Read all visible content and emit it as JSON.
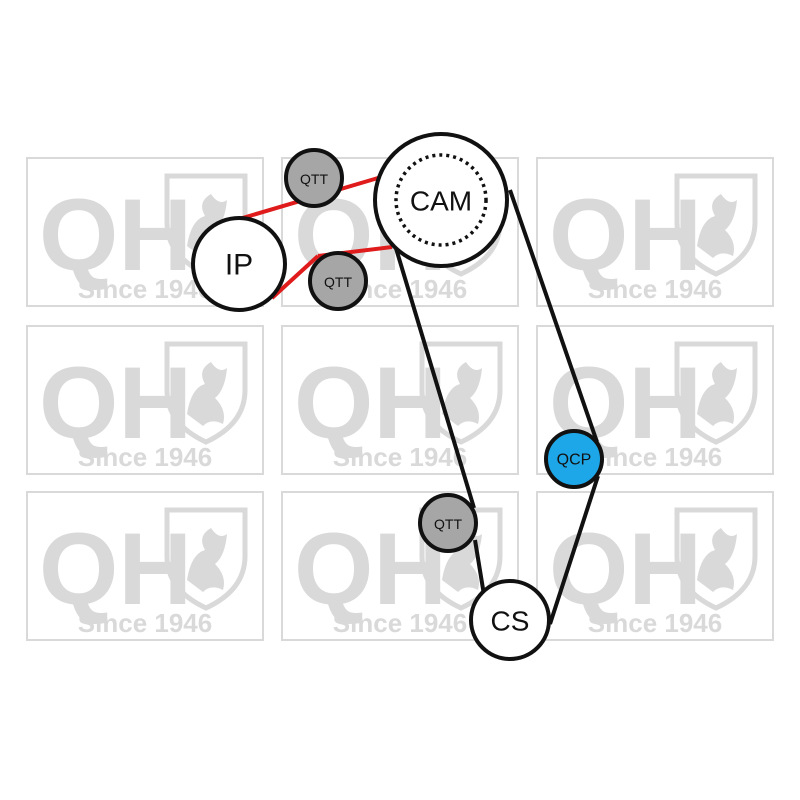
{
  "watermark": {
    "logo_letters": "QH",
    "tagline": "Since 1946",
    "color": "#d9d9d9"
  },
  "pulleys": {
    "cam": {
      "label": "CAM",
      "type": "camshaft"
    },
    "ip": {
      "label": "IP",
      "type": "injection-pump"
    },
    "cs": {
      "label": "CS",
      "type": "crankshaft"
    },
    "qtt_top": {
      "label": "QTT",
      "type": "tensioner-idler"
    },
    "qtt_mid": {
      "label": "QTT",
      "type": "tensioner-idler"
    },
    "qtt_low": {
      "label": "QTT",
      "type": "tensioner-idler"
    },
    "qcp": {
      "label": "QCP",
      "type": "water-pump"
    }
  },
  "colors": {
    "main_belt": "#111111",
    "secondary_belt": "#e01b1b",
    "idler_fill": "#a6a6a6",
    "qcp_fill": "#1ea7e8",
    "pulley_fill": "#ffffff",
    "outline": "#111111"
  }
}
